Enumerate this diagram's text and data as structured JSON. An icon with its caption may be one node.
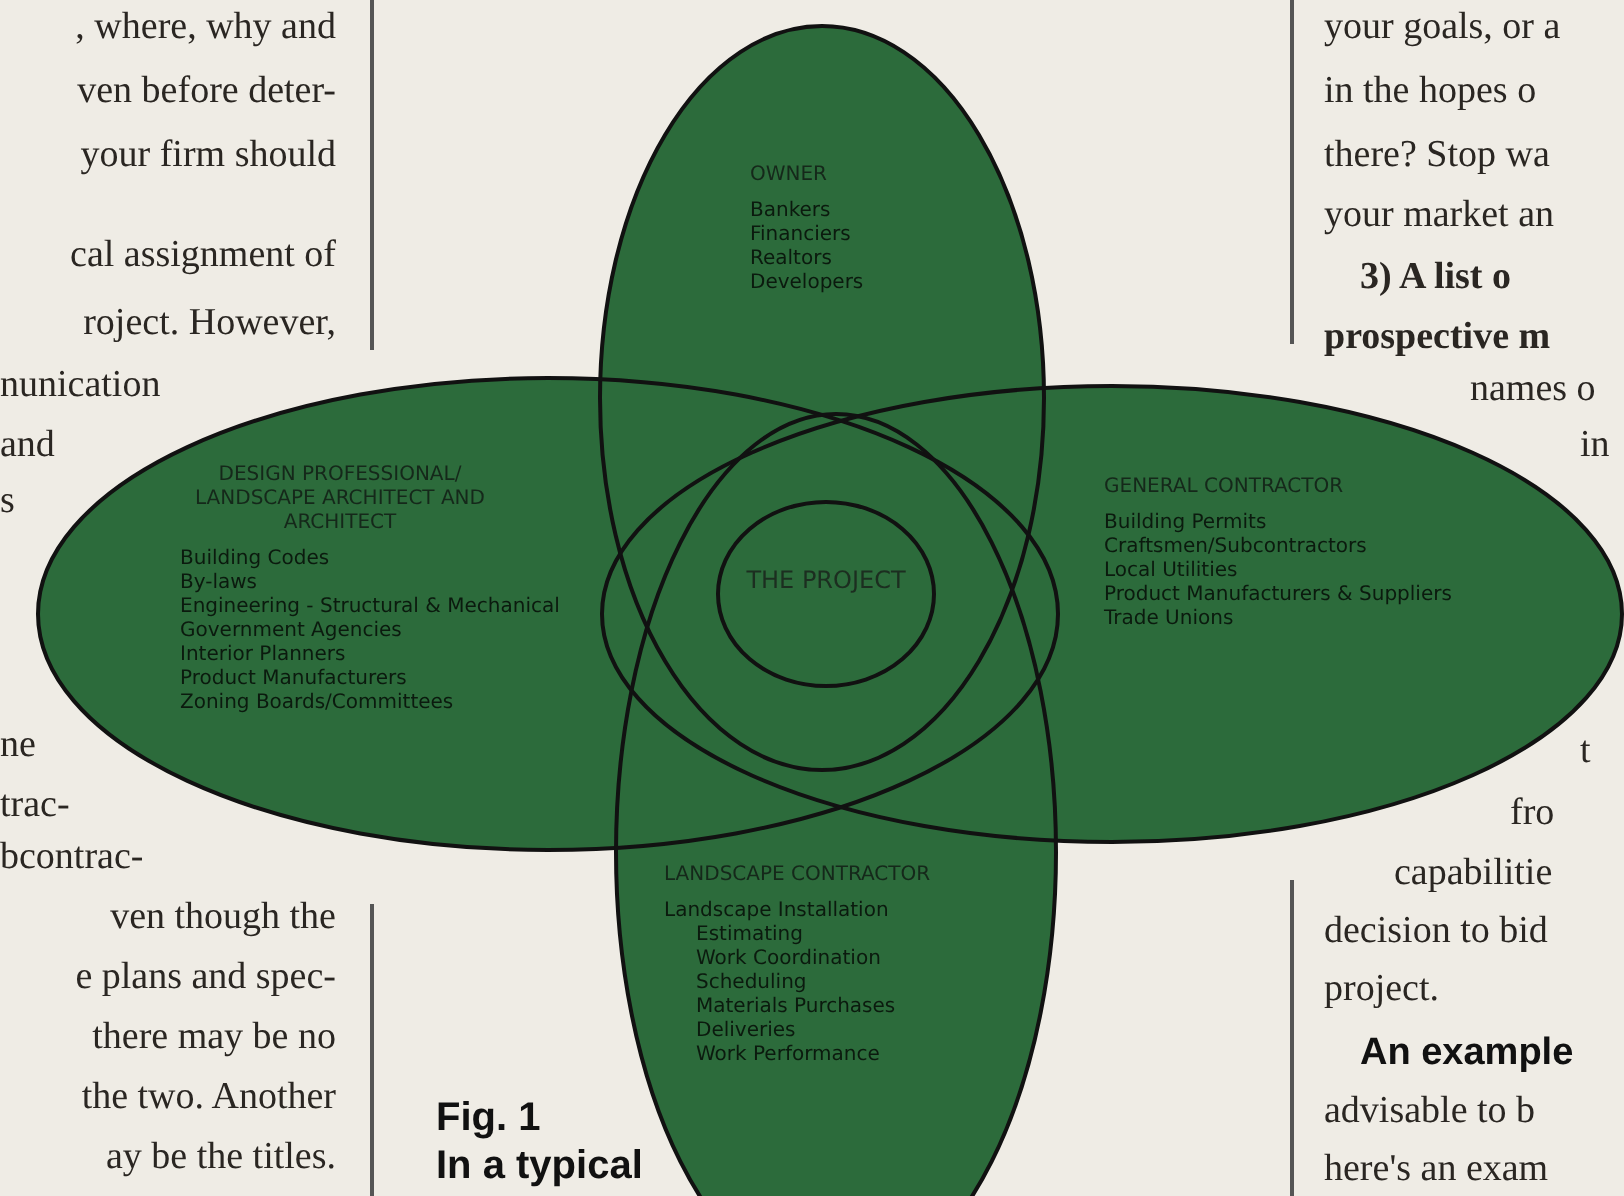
{
  "diagram": {
    "nodes": [
      {
        "text": [
          "OWNER",
          "Bankers",
          "Financiers",
          "Realtors",
          "Developers"
        ]
      },
      {
        "text": [
          "DESIGN PROFESSIONAL/ LANDSCAPE ARCHITECT AND ARCHITECT",
          "Building Codes",
          "By-laws",
          "Engineering - Structural & Mechanical",
          "Government Agencies",
          "Interior Planners",
          "Product Manufacturers",
          "Zoning Boards/Committees"
        ]
      },
      {
        "text": [
          "GENERAL CONTRACTOR",
          "Building Permits",
          "Craftsmen/Subcontractors",
          "Local Utilities",
          "Product Manufacturers & Suppliers",
          "Trade Unions"
        ]
      },
      {
        "text": [
          "THE PROJECT"
        ]
      },
      {
        "text": [
          "LANDSCAPE CONTRACTOR",
          "Landscape Installation",
          "Estimating",
          "Work Coordination",
          "Scheduling",
          "Materials Purchases",
          "Deliveries",
          "Work Performance"
        ]
      }
    ],
    "labels": [
      ", where, why and",
      "ven before deter-",
      "your firm should",
      "cal assignment of",
      "roject. However,",
      "nunication",
      "and",
      "s",
      "ne",
      "trac-",
      "bcontrac-",
      "ven though the",
      "e plans and spec-",
      "there may be no",
      "the two. Another",
      "ay be the titles.",
      "your goals, or a",
      "in the hopes o",
      "there? Stop wa",
      "your market an",
      "**3) A list o**",
      "**prospective m**",
      "names o",
      "in",
      "t",
      "fro",
      "capabilitie",
      "decision to bid",
      "project.",
      "**An example**",
      "advisable to b",
      "here's an exam",
      "Fig. 1",
      "In a typical"
    ]
  }
}
